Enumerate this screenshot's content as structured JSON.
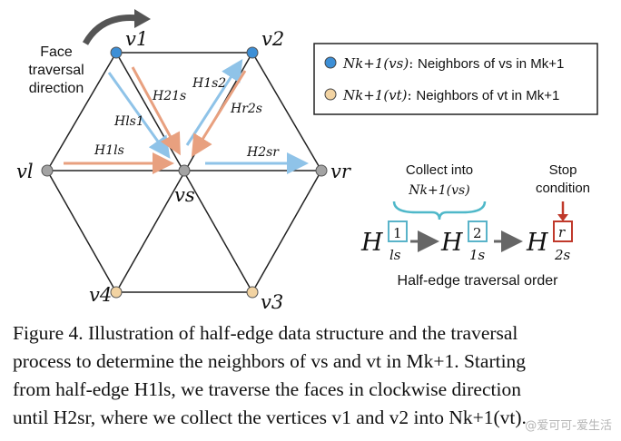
{
  "colors": {
    "edge": "#222222",
    "vertex_gray": "#a3a3a3",
    "vertex_blue": "#3d8fd6",
    "vertex_orange": "#f2d3a2",
    "arrow_orange": "#e8a07f",
    "arrow_blue": "#8fc3e8",
    "curved_arrow": "#555555",
    "box_blue": "#59b3c9",
    "box_red": "#c0392b",
    "collect_brace": "#4fb8c9"
  },
  "annotation": {
    "line1": "Face",
    "line2": "traversal",
    "line3": "direction"
  },
  "vertices": {
    "v1": "v1",
    "v2": "v2",
    "vl": "vl",
    "vs": "vs",
    "vr": "vr",
    "v3": "v3",
    "v4": "v4"
  },
  "half_edges": {
    "h_ls1": "H1ls",
    "h_s1l": "Hls1",
    "h_1s2": "H21s",
    "h_s21": "H1s2",
    "h_2sr": "Hr2s",
    "h_sr2": "H2sr"
  },
  "legend": {
    "row1_math": "Nk+1(vs)",
    "row1_text": "Neighbors of vs in Mk+1",
    "row2_math": "Nk+1(vt)",
    "row2_text": "Neighbors of vt in Mk+1"
  },
  "traversal": {
    "collect_label": "Collect into",
    "collect_math": "Nk+1(vs)",
    "stop_label_1": "Stop",
    "stop_label_2": "condition",
    "order_label": "Half-edge traversal order"
  },
  "caption": {
    "line1": "Figure 4. Illustration of half-edge data structure and the traversal",
    "line2": "process to determine the neighbors of vs and vt in Mk+1. Starting",
    "line3": "from half-edge H1ls, we traverse the faces in clockwise direction",
    "line4": "until H2sr, where we collect the vertices v1 and v2 into Nk+1(vt)."
  },
  "watermark": "@爱可可-爱生活"
}
